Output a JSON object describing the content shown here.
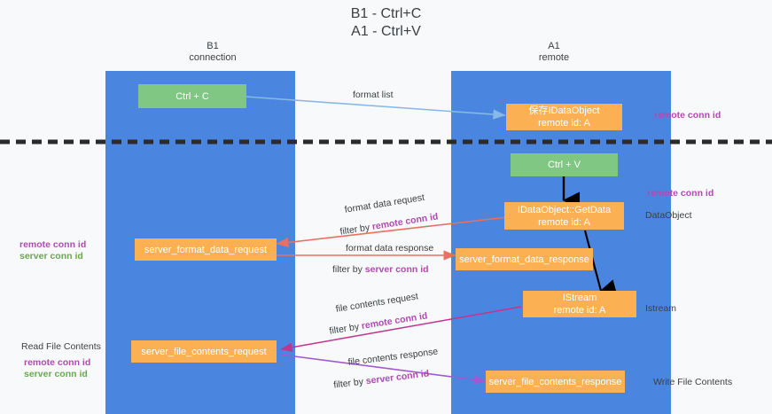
{
  "title": {
    "line1": "B1 - Ctrl+C",
    "line2": "A1 - Ctrl+V"
  },
  "columns": [
    {
      "name": "B1",
      "role": "connection"
    },
    {
      "name": "A1",
      "role": "remote"
    }
  ],
  "colors": {
    "lane": "#4a86e0",
    "node_orange": "#fbb054",
    "node_green": "#81c784",
    "text_purple": "#b14ab1",
    "text_green": "#6aa84f",
    "arrow_blue": "#87b9e8",
    "arrow_red": "#e8705f",
    "arrow_magenta": "#c0358f",
    "arrow_purple": "#a05ad0",
    "arrow_black": "#000000",
    "divider": "#2b2b2b",
    "background": "#f8f9fa"
  },
  "nodes": {
    "ctrl_c": {
      "label": "Ctrl + C",
      "color": "green"
    },
    "save_idataobject": {
      "line1": "保存IDataObject",
      "line2": "remote id: A",
      "color": "orange"
    },
    "ctrl_v": {
      "label": "Ctrl + V",
      "color": "green"
    },
    "getdata": {
      "line1": "IDataObject::GetData",
      "line2": "remote id: A",
      "color": "orange"
    },
    "server_format_data_request": {
      "label": "server_format_data_request",
      "color": "orange"
    },
    "server_format_data_response": {
      "label": "server_format_data_response",
      "color": "orange"
    },
    "istream": {
      "line1": "IStream",
      "line2": "remote id: A",
      "color": "orange"
    },
    "server_file_contents_request": {
      "label": "server_file_contents_request",
      "color": "orange"
    },
    "server_file_contents_response": {
      "label": "server_file_contents_response",
      "color": "orange"
    }
  },
  "edge_labels": {
    "format_list": "format list",
    "format_data_request": "format data request",
    "format_data_request_filter_prefix": "filter by ",
    "format_data_request_filter_key": "remote conn id",
    "format_data_response": "format data response",
    "format_data_response_filter_prefix": "filter by ",
    "format_data_response_filter_key": "server conn id",
    "file_contents_request": "file contents request",
    "file_contents_request_filter_prefix": "filter by ",
    "file_contents_request_filter_key": "remote conn id",
    "file_contents_response": "file contents response",
    "file_contents_response_filter_prefix": "filter by ",
    "file_contents_response_filter_key": "server conn id"
  },
  "annotations": {
    "right_remote_conn_id_top": "remote conn id",
    "right_remote_conn_id_mid": "remote conn id",
    "right_dataobject": "DataObject",
    "right_istream": "Istream",
    "right_write_file_contents": "Write File Contents",
    "left_remote_conn_id_mid": "remote conn id",
    "left_server_conn_id_mid": "server conn id",
    "left_read_file_contents": "Read File Contents",
    "left_remote_conn_id_bottom": "remote conn id",
    "left_server_conn_id_bottom": "server conn id"
  }
}
